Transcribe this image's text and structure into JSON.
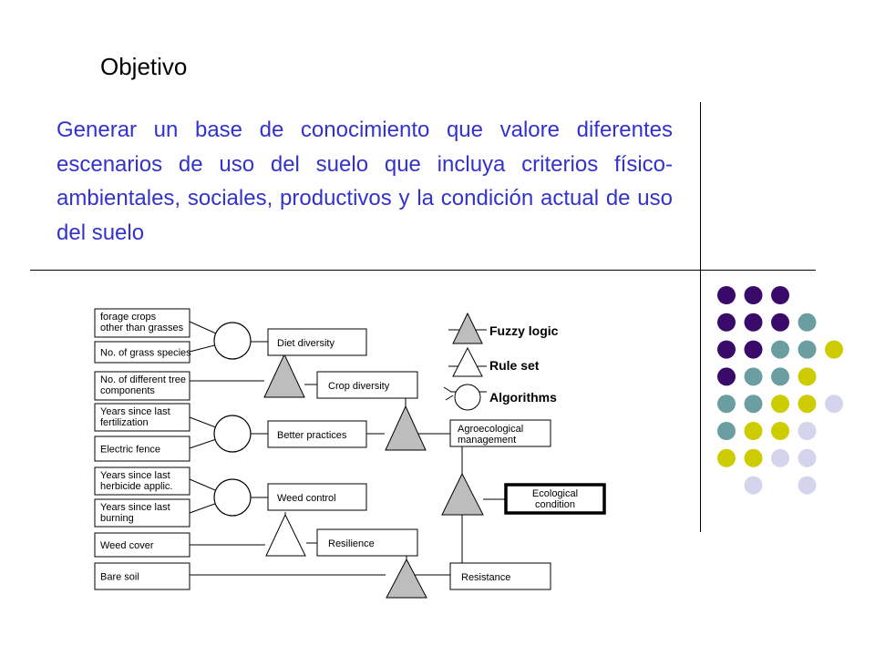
{
  "slide": {
    "title": "Objetivo",
    "objective": "Generar un base de conocimiento que valore diferentes escenarios de uso del suelo que incluya criterios físico-ambientales, sociales, productivos y la condición actual de uso del suelo"
  },
  "diagram": {
    "inputs": [
      {
        "lines": [
          "forage crops",
          "other than grasses"
        ]
      },
      {
        "lines": [
          "No. of grass species"
        ]
      },
      {
        "lines": [
          "No. of different tree",
          "components"
        ]
      },
      {
        "lines": [
          "Years since last",
          "fertilization"
        ]
      },
      {
        "lines": [
          "Electric fence"
        ]
      },
      {
        "lines": [
          "Years since last",
          "herbicide applic."
        ]
      },
      {
        "lines": [
          "Years since last",
          "burning"
        ]
      },
      {
        "lines": [
          "Weed cover"
        ]
      },
      {
        "lines": [
          "Bare soil"
        ]
      }
    ],
    "nodes": {
      "diet": "Diet diversity",
      "crop": "Crop diversity",
      "better": "Better practices",
      "agro": [
        "Agroecological",
        "management"
      ],
      "weed": "Weed control",
      "resilience": "Resilience",
      "resistance": "Resistance",
      "eco": [
        "Ecological",
        "condition"
      ]
    },
    "legend": {
      "fuzzy": "Fuzzy logic",
      "rules": "Rule set",
      "algorithms": "Algorithms"
    }
  },
  "decor": {
    "colors": {
      "purple": "#3a0a6a",
      "teal": "#6b9ea0",
      "yellow": "#cccc00",
      "lavender": "#d4d4ec"
    },
    "dot_rows": [
      [
        "purple",
        "purple",
        "purple",
        null,
        null
      ],
      [
        "purple",
        "purple",
        "purple",
        "teal",
        null
      ],
      [
        "purple",
        "purple",
        "teal",
        "teal",
        "yellow"
      ],
      [
        "purple",
        "teal",
        "teal",
        "yellow",
        null
      ],
      [
        "teal",
        "teal",
        "yellow",
        "yellow",
        "lavender"
      ],
      [
        "teal",
        "yellow",
        "yellow",
        "lavender",
        null
      ],
      [
        "yellow",
        "yellow",
        "lavender",
        "lavender",
        null
      ],
      [
        null,
        "lavender",
        null,
        "lavender",
        null
      ]
    ]
  }
}
